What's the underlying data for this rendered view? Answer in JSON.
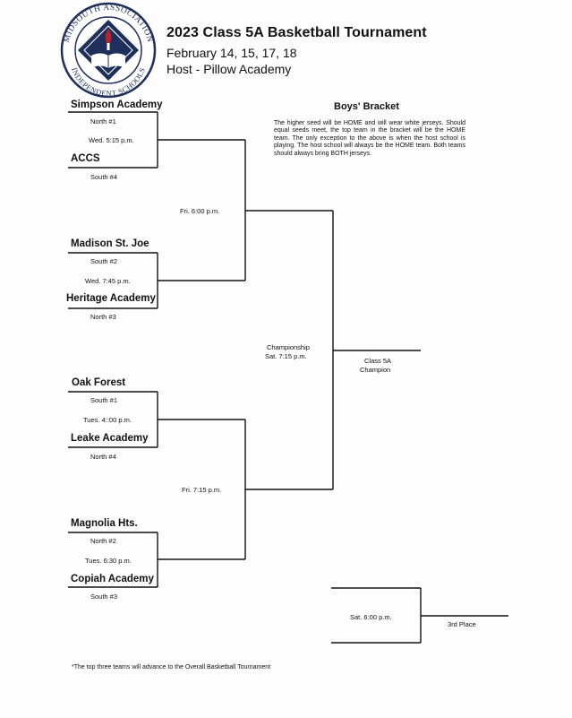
{
  "header": {
    "title": "2023 Class 5A Basketball Tournament",
    "dates": "February 14, 15, 17, 18",
    "host": "Host - Pillow Academy"
  },
  "logo": {
    "top_text": "MIDSOUTH ASSOCIATION",
    "bottom_text": "INDEPENDENT SCHOOLS",
    "colors": {
      "navy": "#1f2f5c",
      "red": "#b3262d"
    }
  },
  "bracket": {
    "heading": "Boys' Bracket",
    "notes": "The higher seed will be HOME and will wear white jerseys. Should equal seeds meet, the top team in the bracket will be the HOME team. The only exception to the above is when the host school is playing. The host school will always be the HOME team. Both teams should always bring BOTH jerseys.",
    "games": [
      {
        "team_top": "Simpson Academy",
        "seed_top": "North #1",
        "time": "Wed. 5:15 p.m.",
        "team_bottom": "ACCS",
        "seed_bottom": "South #4"
      },
      {
        "team_top": "Madison St. Joe",
        "seed_top": "South #2",
        "time": "Wed. 7:45 p.m.",
        "team_bottom": "Heritage Academy",
        "seed_bottom": "North #3"
      },
      {
        "team_top": "Oak Forest",
        "seed_top": "South #1",
        "time": "Tues. 4::00 p.m.",
        "team_bottom": "Leake Academy",
        "seed_bottom": "North #4"
      },
      {
        "team_top": "Magnolia Hts.",
        "seed_top": "North #2",
        "time": "Tues. 6:30 p.m.",
        "team_bottom": "Copiah Academy",
        "seed_bottom": "South #3"
      }
    ],
    "semifinal_1_time": "Fri. 6:00 p.m.",
    "semifinal_2_time": "Fri. 7:15 p.m.",
    "championship_label": "Championship",
    "championship_time": "Sat. 7:15 p.m.",
    "champion_line1": "Class 5A",
    "champion_line2": "Champion",
    "third_place_time": "Sat. 6:00 p.m.",
    "third_place_label": "3rd Place"
  },
  "footnote": "*The top three teams will advance to the Overall Basketball Tournament"
}
